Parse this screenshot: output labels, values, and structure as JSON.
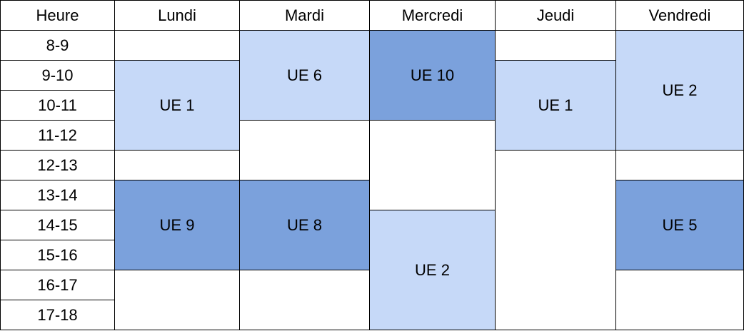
{
  "header": {
    "hour": "Heure",
    "days": [
      "Lundi",
      "Mardi",
      "Mercredi",
      "Jeudi",
      "Vendredi"
    ]
  },
  "hours": [
    "8-9",
    "9-10",
    "10-11",
    "11-12",
    "12-13",
    "13-14",
    "14-15",
    "15-16",
    "16-17",
    "17-18"
  ],
  "courses": {
    "lundi_1": "UE 1",
    "lundi_2": "UE 9",
    "mardi_1": "UE 6",
    "mardi_2": "UE 8",
    "mercredi_1": "UE 10",
    "mercredi_2": "UE 2",
    "jeudi_1": "UE 1",
    "vendredi_1": "UE 2",
    "vendredi_2": "UE 5"
  },
  "colors": {
    "light": "#c6d9f8",
    "dark": "#7ba1dc",
    "border": "#000000"
  }
}
